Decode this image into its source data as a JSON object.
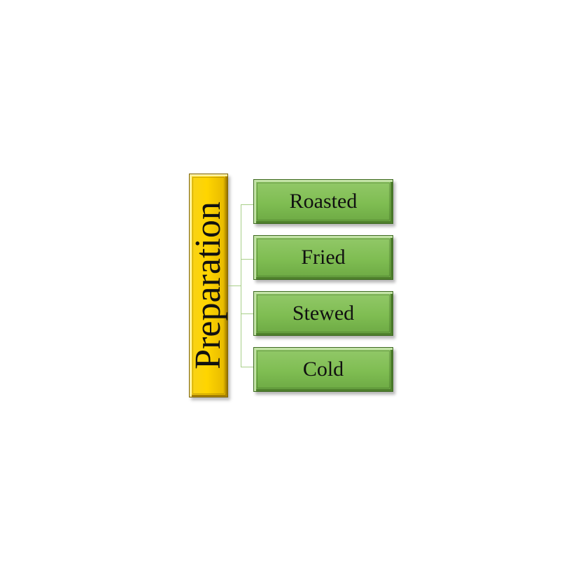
{
  "diagram": {
    "root": {
      "label": "Preparation",
      "color": "#ffd500"
    },
    "children": [
      {
        "label": "Roasted"
      },
      {
        "label": "Fried"
      },
      {
        "label": "Stewed"
      },
      {
        "label": "Cold"
      }
    ],
    "child_color": "#7fbd52",
    "connector_color": "#a8cf88"
  }
}
